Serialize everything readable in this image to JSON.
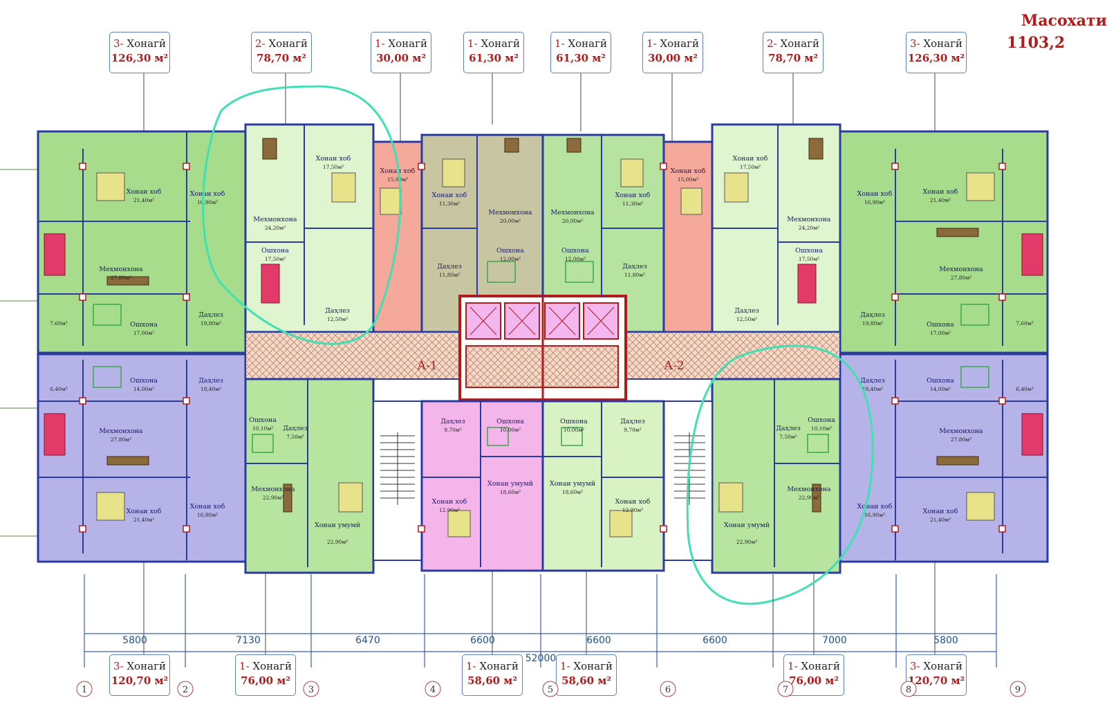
{
  "header": {
    "area_title": "Масохати",
    "area_value": "1103,2"
  },
  "units_top": [
    {
      "rooms": "3-",
      "label": "Хонагӣ",
      "area": "126,30 м²"
    },
    {
      "rooms": "2-",
      "label": "Хонагӣ",
      "area": "78,70 м²"
    },
    {
      "rooms": "1-",
      "label": "Хонагӣ",
      "area": "30,00 м²"
    },
    {
      "rooms": "1-",
      "label": "Хонагӣ",
      "area": "61,30 м²"
    },
    {
      "rooms": "1-",
      "label": "Хонагӣ",
      "area": "61,30 м²"
    },
    {
      "rooms": "1-",
      "label": "Хонагӣ",
      "area": "30,00 м²"
    },
    {
      "rooms": "2-",
      "label": "Хонагӣ",
      "area": "78,70 м²"
    },
    {
      "rooms": "3-",
      "label": "Хонагӣ",
      "area": "126,30 м²"
    }
  ],
  "units_bottom": [
    {
      "rooms": "3-",
      "label": "Хонагӣ",
      "area": "120,70 м²"
    },
    {
      "rooms": "1-",
      "label": "Хонагӣ",
      "area": "76,00 м²"
    },
    {
      "rooms": "1-",
      "label": "Хонагӣ",
      "area": "58,60 м²"
    },
    {
      "rooms": "1-",
      "label": "Хонагӣ",
      "area": "58,60 м²"
    },
    {
      "rooms": "1-",
      "label": "Хонагӣ",
      "area": "76,00 м²"
    },
    {
      "rooms": "3-",
      "label": "Хонагӣ",
      "area": "120,70 м²"
    }
  ],
  "dimensions": [
    "5800",
    "7130",
    "6470",
    "6600",
    "6600",
    "6600",
    "7000",
    "5800"
  ],
  "total_dimension": "52000",
  "axes": [
    "1",
    "2",
    "3",
    "4",
    "5",
    "6",
    "7",
    "8",
    "9"
  ],
  "sections": [
    "А-1",
    "А-2"
  ],
  "rooms": {
    "bedroom": "Хонаи хоб",
    "living": "Мехмонхона",
    "kitchen": "Ошхона",
    "hall": "Даҳлез",
    "common": "Хонаи умумӣ"
  },
  "room_areas": {
    "r1": "21,40м²",
    "r2": "16,90м²",
    "r3": "27,80м²",
    "r4": "17,00м²",
    "r5": "19,80м²",
    "r6": "24,20м²",
    "r7": "17,50м²",
    "r8": "12,50м²",
    "r9": "15,00м²",
    "r10": "11,30м²",
    "r11": "20,00м²",
    "r12": "12,00м²",
    "r13": "11,80м²",
    "r14": "14,00м²",
    "r15": "18,40м²",
    "r16": "10,10м²",
    "r17": "7,50м²",
    "r18": "22,90м²",
    "r19": "9,70м²",
    "r20": "10,00м²",
    "r21": "12,90м²",
    "r22": "18,60м²",
    "r23": "7,60м²",
    "r24": "6,40м²"
  }
}
